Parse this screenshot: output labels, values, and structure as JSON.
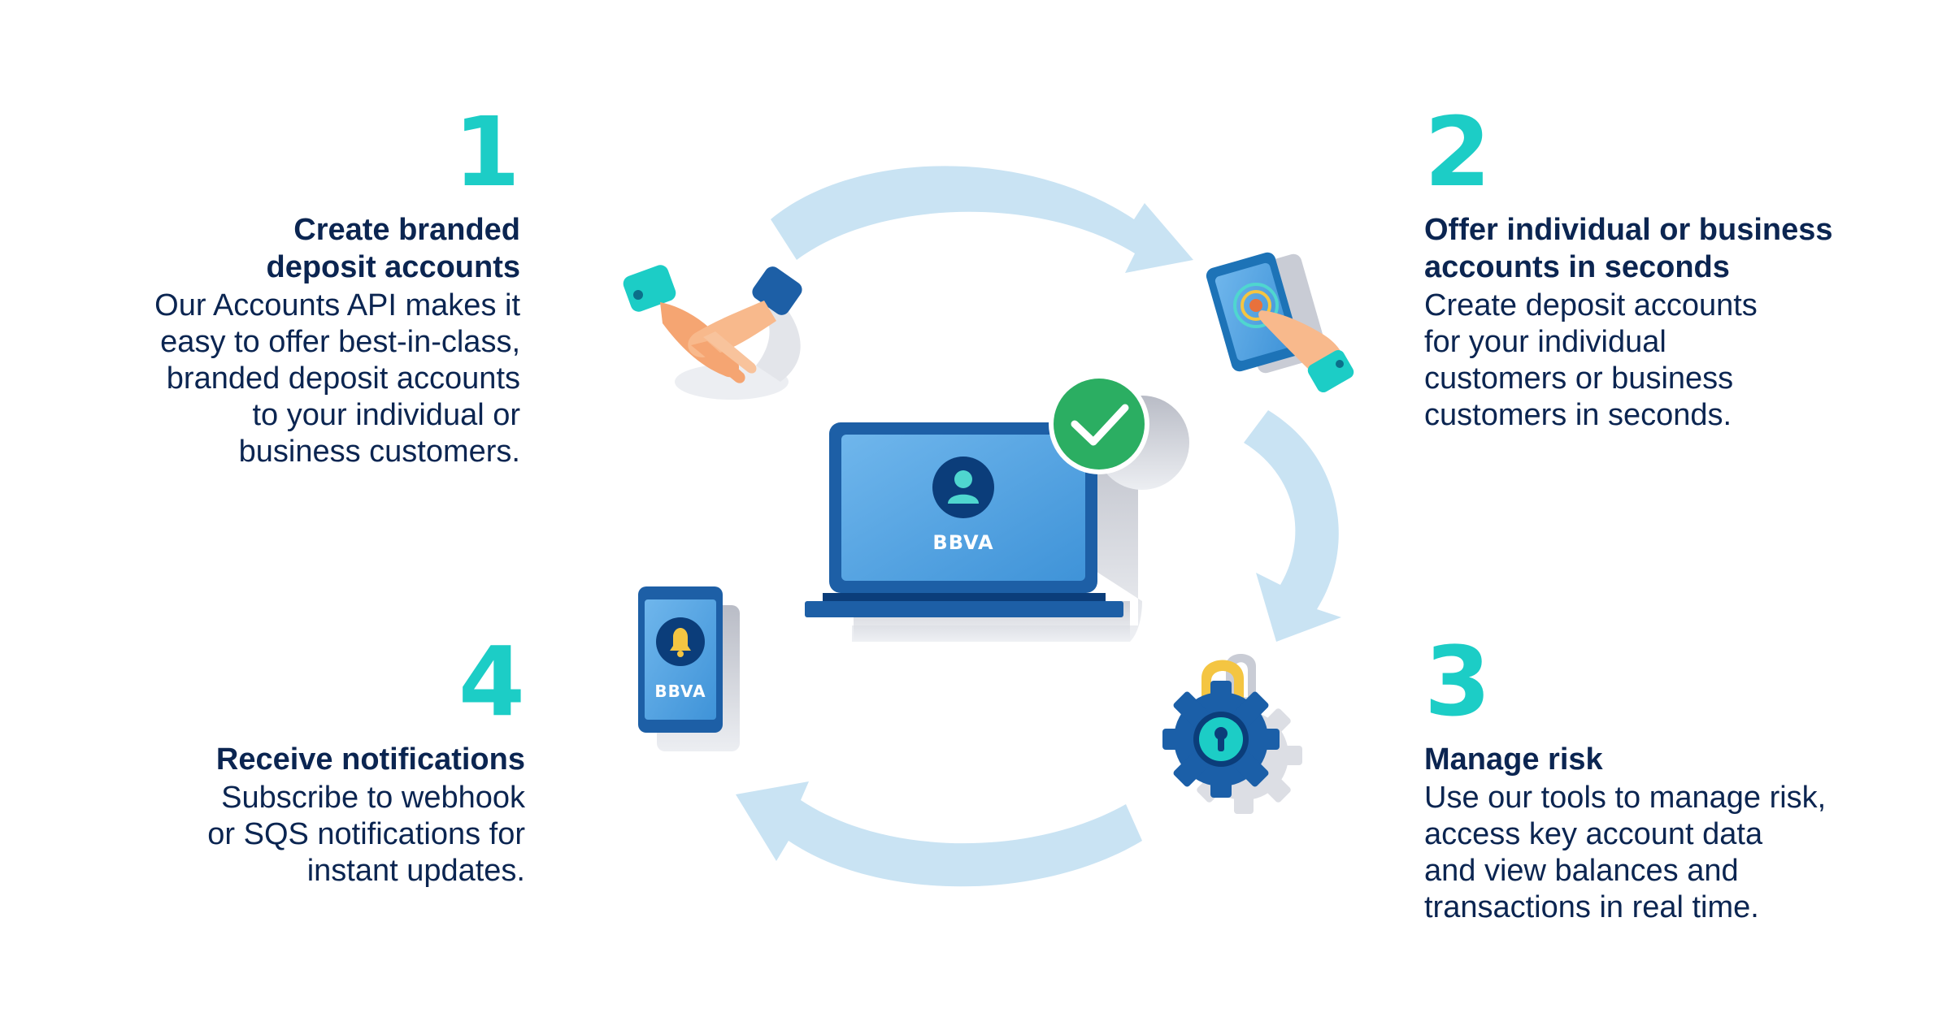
{
  "steps": [
    {
      "number": "1",
      "title_lines": [
        "Create branded",
        "deposit accounts"
      ],
      "desc_lines": [
        "Our Accounts API makes it",
        "easy to offer best-in-class,",
        "branded deposit accounts",
        "to your individual or",
        "business customers."
      ]
    },
    {
      "number": "2",
      "title_lines": [
        "Offer individual or business",
        "accounts in seconds"
      ],
      "desc_lines": [
        "Create deposit accounts",
        "for your individual",
        "customers or business",
        "customers in seconds."
      ]
    },
    {
      "number": "3",
      "title_lines": [
        "Manage risk"
      ],
      "desc_lines": [
        "Use our tools to manage risk,",
        "access key account data",
        "and view balances and",
        "transactions in real time."
      ]
    },
    {
      "number": "4",
      "title_lines": [
        "Receive notifications"
      ],
      "desc_lines": [
        "Subscribe to webhook",
        "or SQS notifications for",
        "instant updates."
      ]
    }
  ],
  "devices": {
    "laptop_brand": "BBVA",
    "phone_brand": "BBVA"
  },
  "icons": {
    "handshake": "handshake-icon",
    "tap_phone": "phone-tap-icon",
    "lock_gear": "lock-gear-icon",
    "notification_phone": "bell-icon",
    "user": "user-icon",
    "check": "check-icon"
  },
  "colors": {
    "number_accent": "#1ccdc6",
    "heading_text": "#0b2551",
    "arrow": "#c9e3f3",
    "device_blue": "#1d73b7",
    "screen_blue": "#4aa0e2",
    "check_green": "#2bae62",
    "lock_yellow": "#f4c542",
    "gear_blue": "#1b5fa8"
  }
}
